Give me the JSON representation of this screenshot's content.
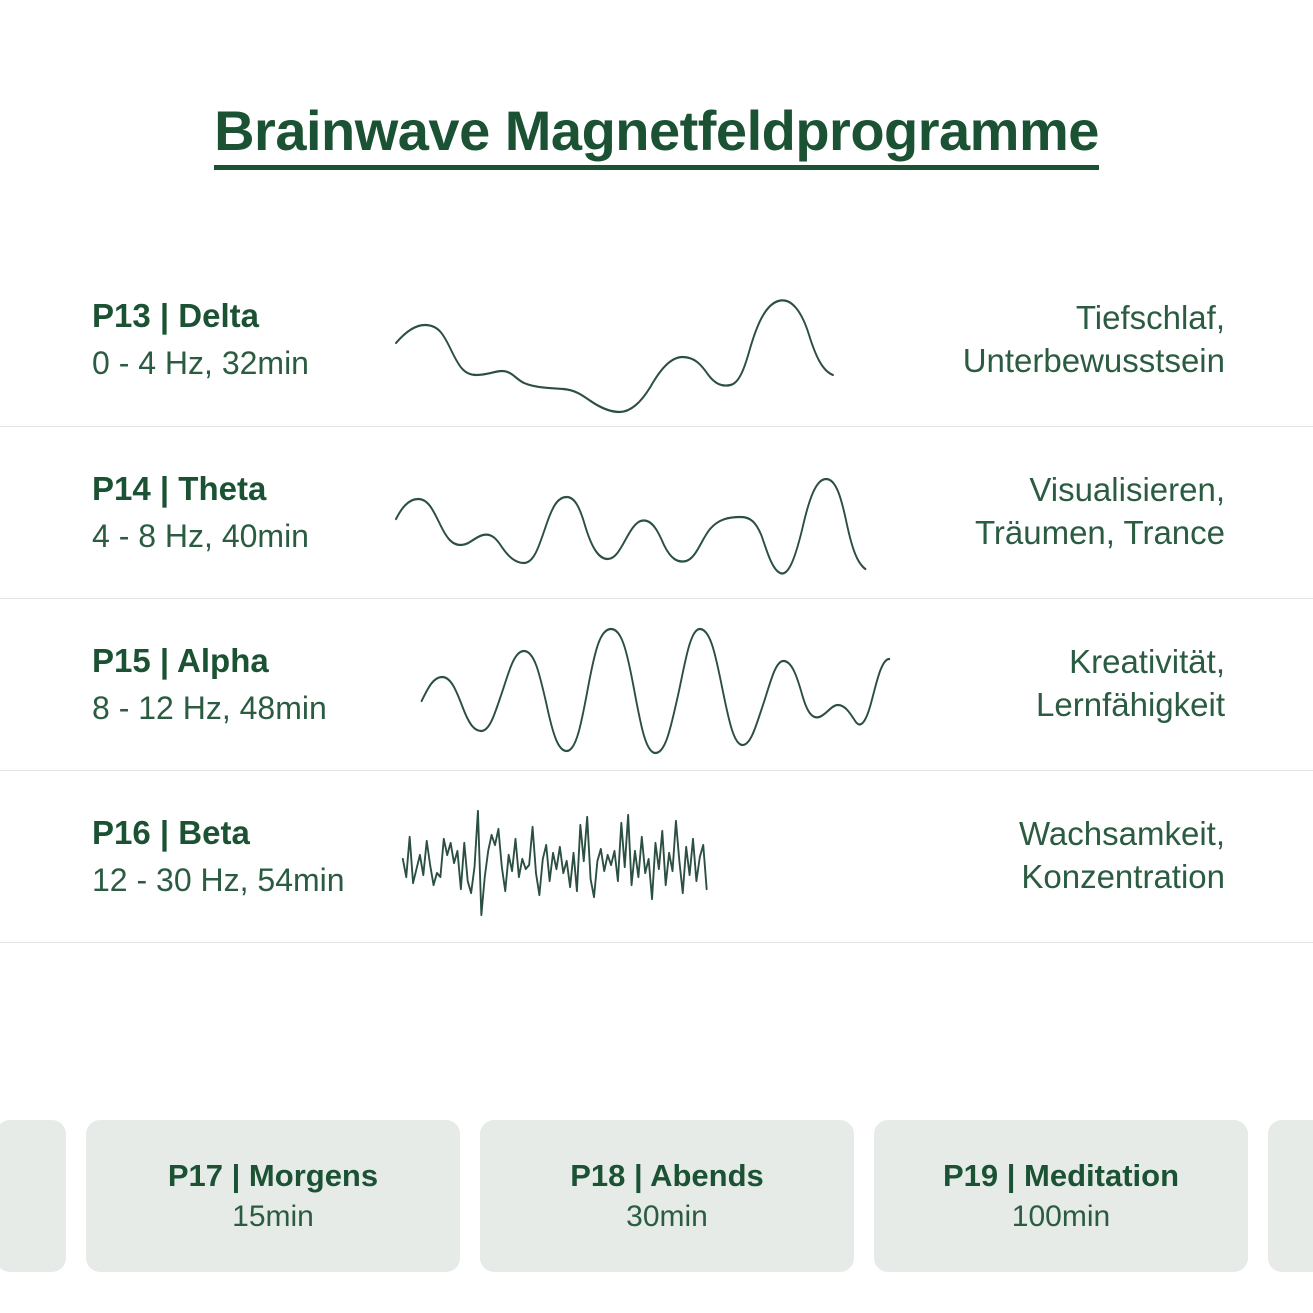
{
  "header": {
    "title": "Brainwave Magnetfeldprogramme",
    "accent_color": "#1b5233",
    "text_color": "#2b5c42",
    "divider_color": "#e4e4e4",
    "card_background": "#e6ebe7",
    "page_background": "#ffffff",
    "wave_stroke_color": "#2b4f40"
  },
  "programs": [
    {
      "name": "P13 | Delta",
      "meta": "0 - 4 Hz, 32min",
      "benefit_line1": "Tiefschlaf,",
      "benefit_line2": "Unterbewusstsein",
      "wave": "delta-waveform-icon"
    },
    {
      "name": "P14 | Theta",
      "meta": "4 - 8 Hz, 40min",
      "benefit_line1": "Visualisieren,",
      "benefit_line2": "Träumen, Trance",
      "wave": "theta-waveform-icon"
    },
    {
      "name": "P15 | Alpha",
      "meta": "8 - 12 Hz, 48min",
      "benefit_line1": "Kreativität,",
      "benefit_line2": "Lernfähigkeit",
      "wave": "alpha-waveform-icon"
    },
    {
      "name": "P16 | Beta",
      "meta": "12 - 30 Hz, 54min",
      "benefit_line1": "Wachsamkeit,",
      "benefit_line2": "Konzentration",
      "wave": "beta-waveform-icon"
    }
  ],
  "cards": [
    {
      "title": "P17 | Morgens",
      "sub": "15min"
    },
    {
      "title": "P18 | Abends",
      "sub": "30min"
    },
    {
      "title": "P19 | Meditation",
      "sub": "100min"
    }
  ]
}
